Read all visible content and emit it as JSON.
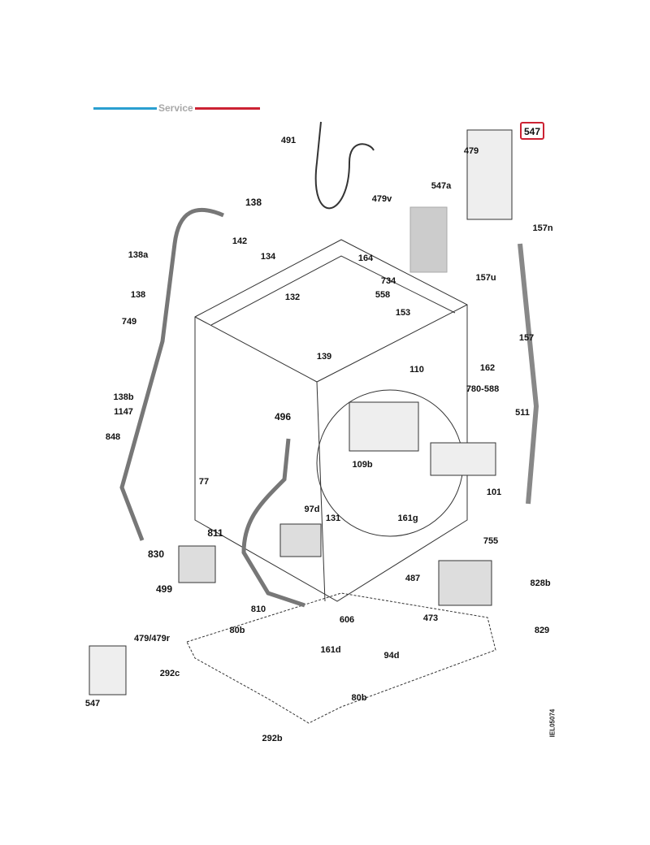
{
  "header": {
    "service_label": "Service",
    "colors": {
      "blue": "#2a9fd0",
      "red": "#cc2233"
    }
  },
  "highlight": {
    "part": "547",
    "color": "#cc2233"
  },
  "drawing_code": "IEL05074",
  "labels": [
    "491",
    "547",
    "479",
    "547a",
    "479v",
    "157n",
    "138",
    "142",
    "138a",
    "134",
    "164",
    "157u",
    "132",
    "734",
    "558",
    "138",
    "153",
    "749",
    "139",
    "157",
    "162",
    "110",
    "138b",
    "780-588",
    "1147",
    "496",
    "511",
    "848",
    "109b",
    "77",
    "101",
    "97d",
    "131",
    "161g",
    "811",
    "830",
    "755",
    "487",
    "828b",
    "499",
    "810",
    "473",
    "606",
    "829",
    "80b",
    "479/479r",
    "161d",
    "94d",
    "292c",
    "547",
    "80b",
    "292b"
  ]
}
